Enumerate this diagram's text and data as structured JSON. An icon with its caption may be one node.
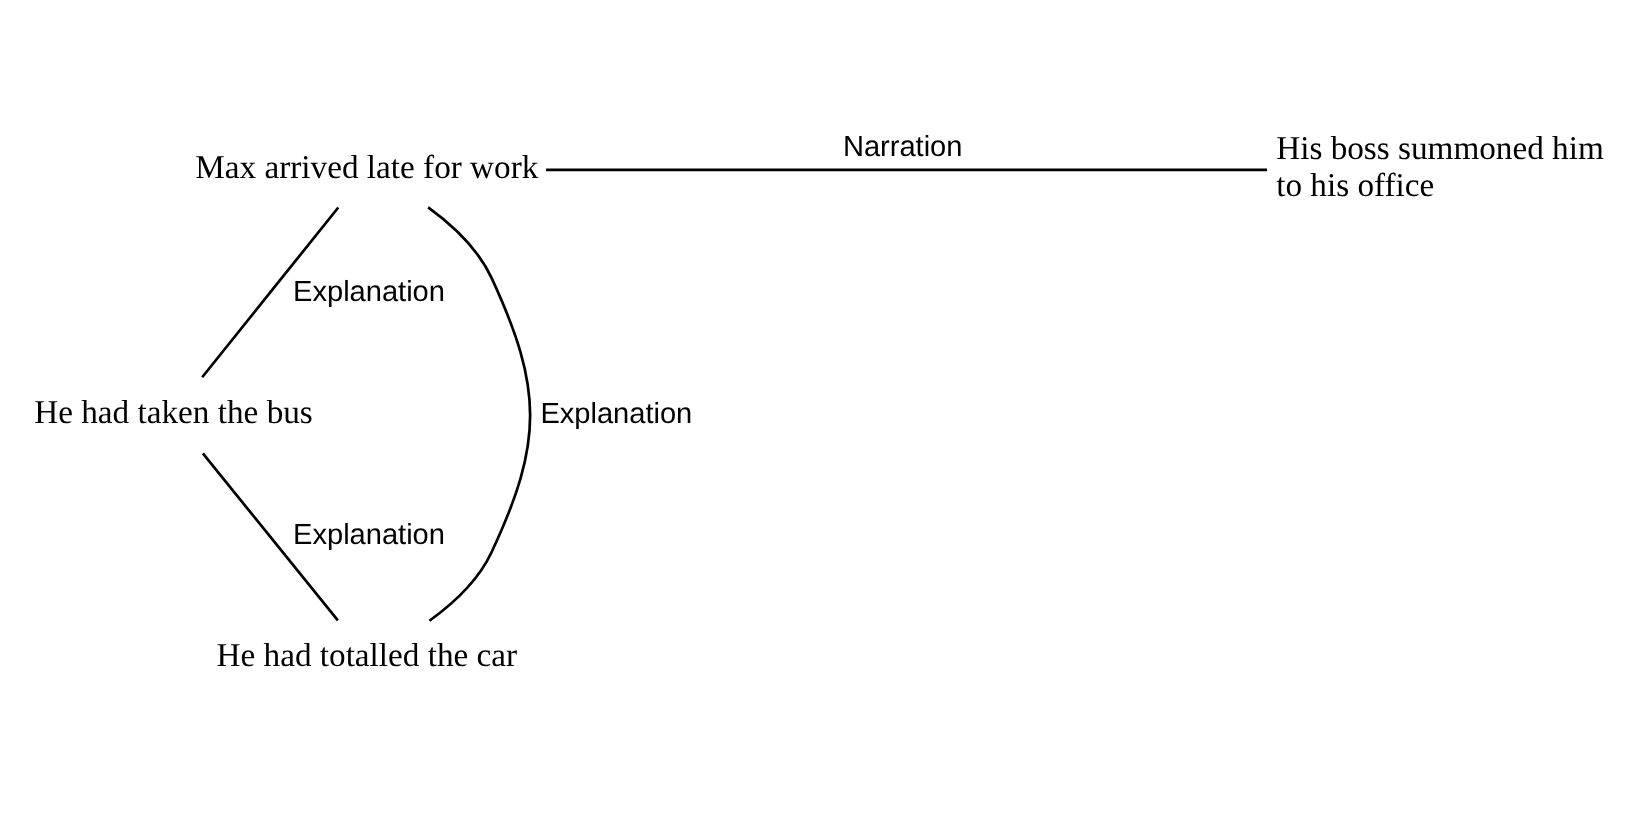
{
  "diagram": {
    "nodes": [
      {
        "text": [
          "Max arrived late for work"
        ]
      },
      {
        "text": [
          "His boss summoned him to his office"
        ]
      },
      {
        "text": [
          "He had taken the bus"
        ]
      },
      {
        "text": [
          "He had totalled the car"
        ]
      }
    ],
    "edges": [
      {
        "from": 0,
        "to": 1,
        "arrow": "none",
        "label": "Narration"
      },
      {
        "from": 0,
        "to": 3,
        "arrow": "none",
        "label": "Explanation"
      },
      {
        "from": 0,
        "to": 2,
        "arrow": "none",
        "label": "Explanation"
      },
      {
        "from": 2,
        "to": 3,
        "arrow": "none",
        "label": "Explanation"
      }
    ]
  }
}
